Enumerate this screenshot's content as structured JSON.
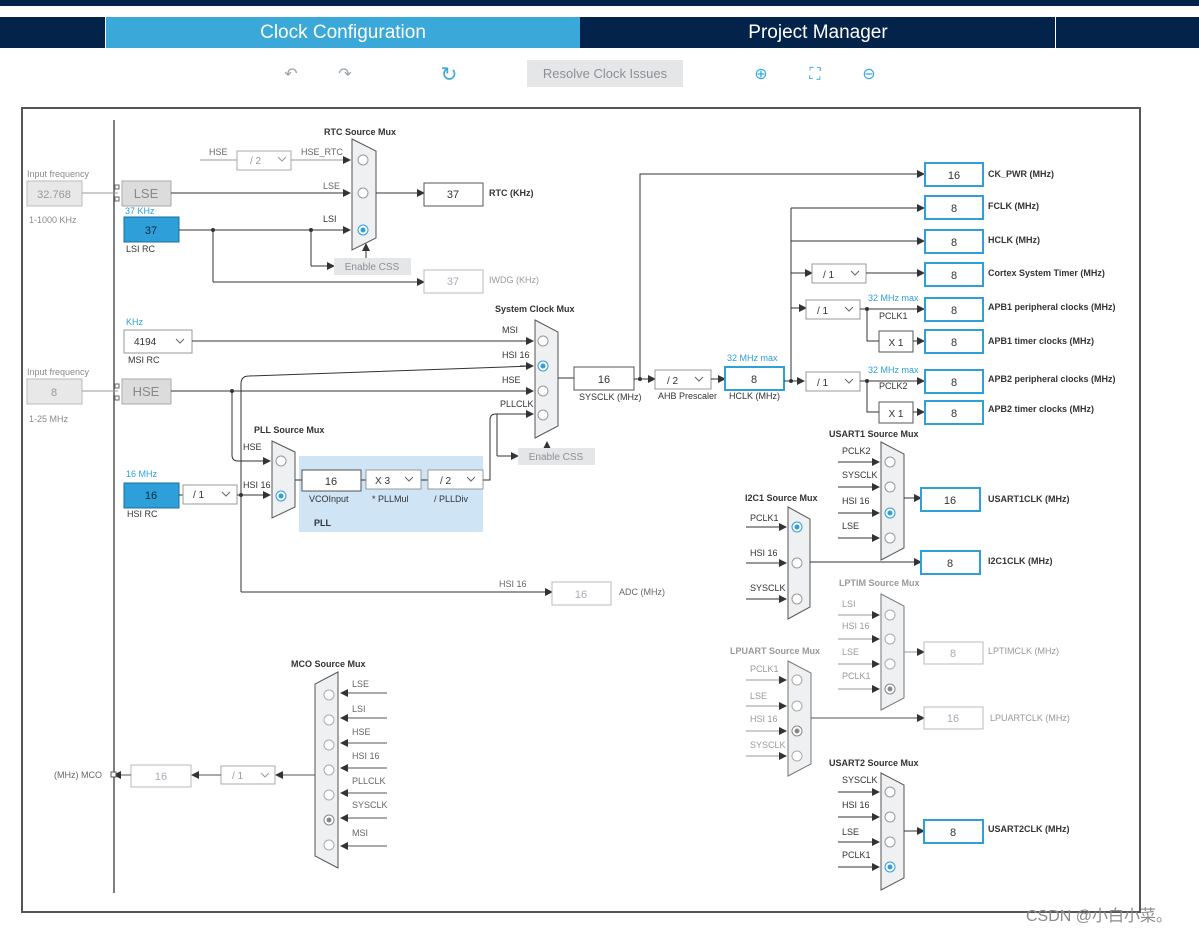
{
  "tabs": {
    "clock": "Clock Configuration",
    "project": "Project Manager"
  },
  "toolbar": {
    "undo_icon": "undo-icon",
    "redo_icon": "redo-icon",
    "refresh_icon": "refresh-icon",
    "resolve": "Resolve Clock Issues",
    "zoom_in_icon": "zoom-in-icon",
    "fit_icon": "fit-to-screen-icon",
    "zoom_out_icon": "zoom-out-icon"
  },
  "lse_input": {
    "label": "Input frequency",
    "value": "32.768",
    "range": "1-1000 KHz",
    "box": "LSE"
  },
  "lsi": {
    "freq": "37 KHz",
    "value": "37",
    "label": "LSI RC"
  },
  "rtc_mux": {
    "title": "RTC Source Mux",
    "hse_in": "HSE",
    "div": "/ 2",
    "hse_rtc": "HSE_RTC",
    "lse": "LSE",
    "lsi": "LSI",
    "enable_css": "Enable CSS"
  },
  "rtc_out": {
    "value": "37",
    "label": "RTC (KHz)"
  },
  "iwdg_out": {
    "value": "37",
    "label": "IWDG (KHz)"
  },
  "msi": {
    "unit": "KHz",
    "value": "4194",
    "label": "MSI RC"
  },
  "hse_input": {
    "label": "Input frequency",
    "value": "8",
    "range": "1-25 MHz",
    "box": "HSE"
  },
  "hsi": {
    "freq": "16 MHz",
    "value": "16",
    "label": "HSI RC",
    "div": "/ 1"
  },
  "sys_mux": {
    "title": "System Clock Mux",
    "msi": "MSI",
    "hsi16": "HSI 16",
    "hse": "HSE",
    "pllclk": "PLLCLK",
    "enable_css": "Enable CSS"
  },
  "sysclk": {
    "value": "16",
    "label": "SYSCLK (MHz)"
  },
  "ahb": {
    "value": "/ 2",
    "label": "AHB Prescaler"
  },
  "hclk": {
    "max": "32 MHz max",
    "value": "8",
    "label": "HCLK (MHz)"
  },
  "pll": {
    "title": "PLL Source Mux",
    "hse": "HSE",
    "hsi16": "HSI 16",
    "vco_value": "16",
    "vco_label": "VCOInput",
    "mul": "X 3",
    "mul_label": "* PLLMul",
    "div": "/ 2",
    "div_label": "/ PLLDiv",
    "name": "PLL"
  },
  "adc": {
    "in": "HSI 16",
    "value": "16",
    "label": "ADC (MHz)"
  },
  "outputs": {
    "ck_pwr": {
      "value": "16",
      "label": "CK_PWR (MHz)"
    },
    "fclk": {
      "value": "8",
      "label": "FCLK (MHz)"
    },
    "hclk": {
      "value": "8",
      "label": "HCLK (MHz)"
    },
    "cortex": {
      "div": "/ 1",
      "value": "8",
      "label": "Cortex System Timer (MHz)"
    },
    "apb1": {
      "max": "32 MHz max",
      "div": "/ 1",
      "pclk": "PCLK1",
      "value": "8",
      "label": "APB1 peripheral clocks (MHz)"
    },
    "apb1t": {
      "mul": "X 1",
      "value": "8",
      "label": "APB1 timer clocks (MHz)"
    },
    "apb2": {
      "max": "32 MHz max",
      "div": "/ 1",
      "pclk": "PCLK2",
      "value": "8",
      "label": "APB2 peripheral clocks (MHz)"
    },
    "apb2t": {
      "mul": "X 1",
      "value": "8",
      "label": "APB2 timer clocks (MHz)"
    }
  },
  "usart1": {
    "title": "USART1 Source Mux",
    "inputs": [
      "PCLK2",
      "SYSCLK",
      "HSI 16",
      "LSE"
    ],
    "value": "16",
    "label": "USART1CLK (MHz)"
  },
  "i2c1": {
    "title": "I2C1 Source Mux",
    "inputs": [
      "PCLK1",
      "HSI 16",
      "SYSCLK"
    ],
    "value": "8",
    "label": "I2C1CLK (MHz)"
  },
  "lptim": {
    "title": "LPTIM Source Mux",
    "inputs": [
      "LSI",
      "HSI 16",
      "LSE",
      "PCLK1"
    ],
    "value": "8",
    "label": "LPTIMCLK (MHz)"
  },
  "lpuart": {
    "title": "LPUART Source Mux",
    "inputs": [
      "PCLK1",
      "LSE",
      "HSI 16",
      "SYSCLK"
    ],
    "value": "16",
    "label": "LPUARTCLK (MHz)"
  },
  "usart2": {
    "title": "USART2 Source Mux",
    "inputs": [
      "SYSCLK",
      "HSI 16",
      "LSE",
      "PCLK1"
    ],
    "value": "8",
    "label": "USART2CLK (MHz)"
  },
  "mco": {
    "title": "MCO Source Mux",
    "inputs": [
      "LSE",
      "LSI",
      "HSE",
      "HSI 16",
      "PLLCLK",
      "SYSCLK",
      "MSI"
    ],
    "label": "(MHz) MCO",
    "value": "16",
    "div": "/ 1"
  },
  "watermark": "CSDN @小白小菜。",
  "colors": {
    "navy": "#03234b",
    "active_tab": "#3aa8d8",
    "accent": "#2e9fd8",
    "pll_bg": "#cfe4f4",
    "line": "#333333"
  }
}
